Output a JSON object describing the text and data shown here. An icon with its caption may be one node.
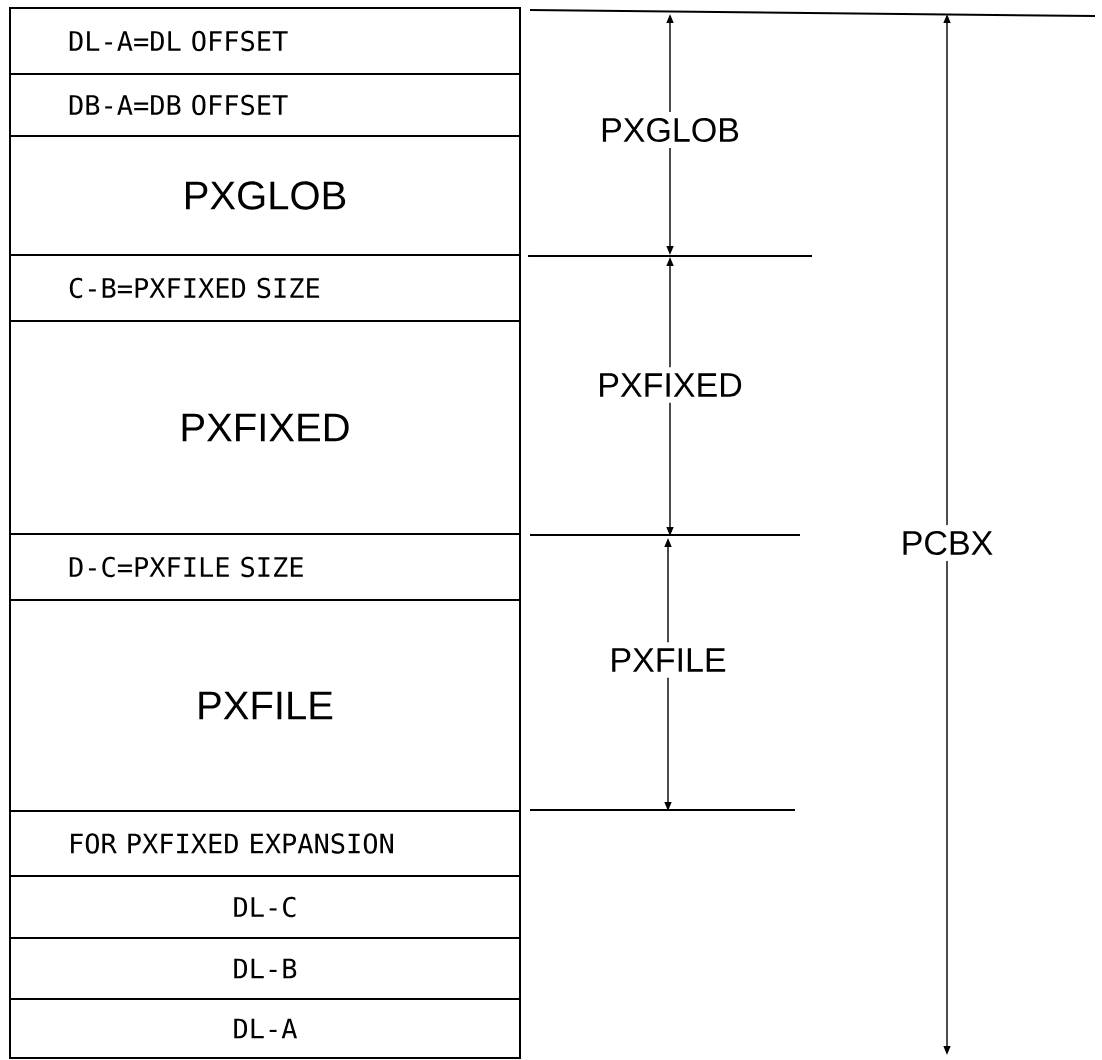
{
  "diagram": {
    "nodes": [
      {
        "text": [
          "DL-A=DL OFFSET"
        ]
      },
      {
        "text": [
          "DB-A=DB OFFSET"
        ]
      },
      {
        "text": [
          "PXGLOB"
        ]
      },
      {
        "text": [
          "C-B=PXFIXED SIZE"
        ]
      },
      {
        "text": [
          "PXFIXED"
        ]
      },
      {
        "text": [
          "D-C=PXFILE SIZE"
        ]
      },
      {
        "text": [
          "PXFILE"
        ]
      },
      {
        "text": [
          "FOR PXFIXED EXPANSION"
        ]
      },
      {
        "text": [
          "DL-C"
        ]
      },
      {
        "text": [
          "DL-B"
        ]
      },
      {
        "text": [
          "DL-A"
        ]
      }
    ],
    "labels": [
      "PXGLOB",
      "PXFIXED",
      "PXFILE",
      "PCBX"
    ]
  }
}
